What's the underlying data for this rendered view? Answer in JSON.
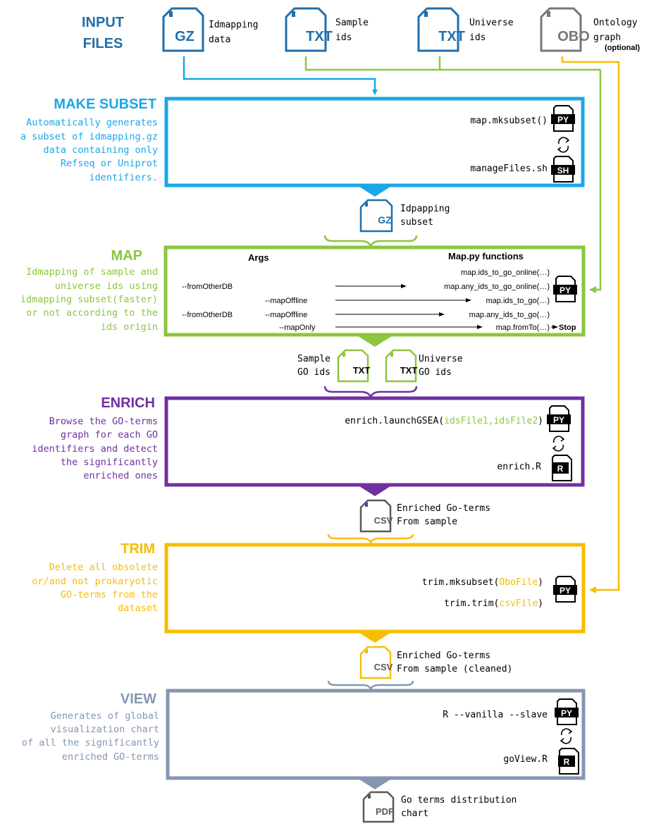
{
  "colors": {
    "input": "#1f6fab",
    "make_subset": "#1aa7e8",
    "map": "#8cc63f",
    "enrich": "#7030a0",
    "trim": "#f7bd00",
    "view": "#8497b0",
    "black": "#000000",
    "gray": "#777777"
  },
  "input": {
    "title_line1": "INPUT",
    "title_line2": "FILES",
    "files": [
      {
        "ext": "GZ",
        "label_line1": "Idmapping",
        "label_line2": "data"
      },
      {
        "ext": "TXT",
        "label_line1": "Sample",
        "label_line2": "ids"
      },
      {
        "ext": "TXT",
        "label_line1": "Universe",
        "label_line2": "ids"
      },
      {
        "ext": "OBO",
        "label_line1": "Ontology",
        "label_line2": "graph",
        "note": "(optional)"
      }
    ]
  },
  "make_subset": {
    "title": "MAKE SUBSET",
    "desc": [
      "Automatically generates",
      "a subset of idmapping.gz",
      "data containing only",
      "Refseq or Uniprot",
      "identifiers."
    ],
    "func1": "map.mksubset()",
    "func1_icon": "PY",
    "func2": "manageFiles.sh",
    "func2_icon": "SH",
    "output_ext": "GZ",
    "output_line1": "Idpapping",
    "output_line2": "subset"
  },
  "map": {
    "title": "MAP",
    "desc": [
      "Idmapping of sample and",
      "universe ids using",
      "idmapping subset(faster)",
      "or not according to the",
      "ids origin"
    ],
    "args_header": "Args",
    "functions_header": "Map.py functions",
    "arg_from_other_db_1": "--fromOtherDB",
    "arg_map_offline_1": "--mapOffline",
    "arg_from_other_db_2": "--fromOtherDB",
    "arg_map_offline_2": "--mapOffline",
    "arg_map_only": "--mapOnly",
    "functions": [
      "map.ids_to_go_online(…)",
      "map.any_ids_to_go_online(…)",
      "map.ids_to_go(…)",
      "map.any_ids_to_go(…)",
      "map.fromTo(…)"
    ],
    "stop_label": "Stop",
    "icon": "PY",
    "output_sample_line1": "Sample",
    "output_sample_line2": "GO ids",
    "output_universe_line1": "Universe",
    "output_universe_line2": "GO ids",
    "output_ext": "TXT"
  },
  "enrich": {
    "title": "ENRICH",
    "desc": [
      "Browse the GO-terms",
      "graph for each GO",
      "identifiers and detect",
      "the significantly",
      "enriched ones"
    ],
    "func1_prefix": "enrich.launchGSEA(",
    "func1_args": "idsFile1,idsFile2",
    "func1_suffix": ")",
    "func1_icon": "PY",
    "func2": "enrich.R",
    "func2_icon": "R",
    "output_ext": "CSV",
    "output_line1": "Enriched Go-terms",
    "output_line2": "From sample"
  },
  "trim": {
    "title": "TRIM",
    "desc": [
      "Delete all obsolete",
      "or/and not prokaryotic",
      "GO-terms from the",
      "dataset"
    ],
    "func1_prefix": "trim.mksubset(",
    "func1_args": "OboFile",
    "func1_suffix": ")",
    "func2_prefix": "trim.trim(",
    "func2_args": "csvFile",
    "func2_suffix": ")",
    "icon": "PY",
    "output_ext": "CSV",
    "output_line1": "Enriched Go-terms",
    "output_line2": "From sample (cleaned)"
  },
  "view": {
    "title": "VIEW",
    "desc": [
      "Generates of global",
      "visualization chart",
      "of all the significantly",
      "enriched GO-terms"
    ],
    "func1": "R --vanilla --slave",
    "func1_icon": "PY",
    "func2": "goView.R",
    "func2_icon": "R",
    "output_ext": "PDF",
    "output_line1": "Go terms distribution",
    "output_line2": "chart"
  }
}
